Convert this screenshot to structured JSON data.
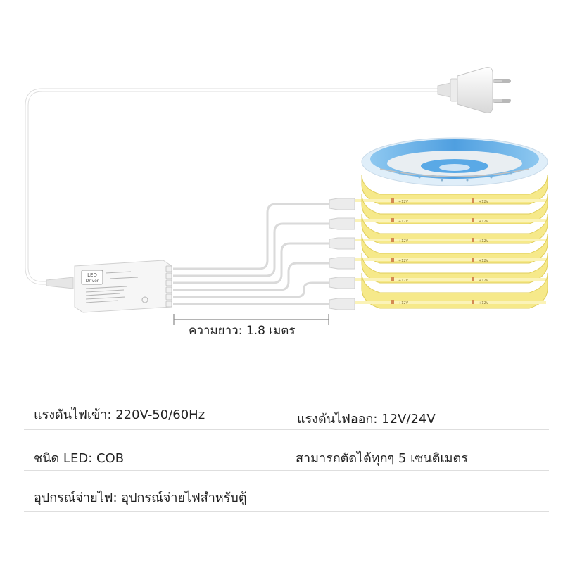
{
  "dimension": {
    "length_label": "ความยาว: 1.8 เมตร"
  },
  "specs": {
    "input_voltage": "แรงดันไฟเข้า: 220V-50/60Hz",
    "output_voltage": "แรงดันไฟออก: 12V/24V",
    "led_type": "ชนิด LED: COB",
    "cuttable": "สามารถตัดได้ทุกๆ 5 เซนติเมตร",
    "power_supply": "อุปกรณ์จ่ายไฟ: อุปกรณ์จ่ายไฟสำหรับตู้"
  },
  "driver": {
    "badge_top": "LED",
    "badge_bottom": "Driver"
  },
  "strip": {
    "marking": "+12V"
  },
  "colors": {
    "strip_yellow": "#f6e98a",
    "strip_edge": "#e8d86a",
    "reel_blue": "#5aa9e6",
    "cable_gray": "#d9d9d9"
  }
}
